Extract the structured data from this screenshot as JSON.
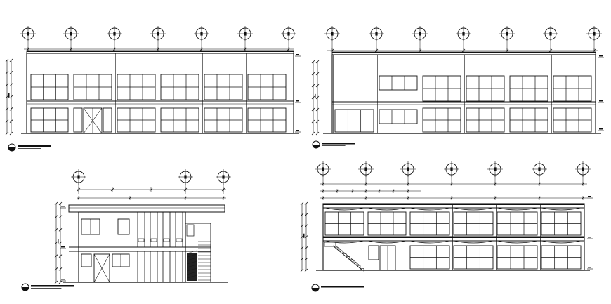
{
  "drawing": {
    "background": "#ffffff",
    "line_color": "#111111",
    "views": [
      {
        "id": "elevation-front",
        "grid_bubbles": 7,
        "bays": 6,
        "floors": 2,
        "door_bay": 2,
        "title_icon": "view-title-marker-icon"
      },
      {
        "id": "elevation-rear",
        "grid_bubbles": 7,
        "bays": 6,
        "floors": 2,
        "solid_bays": [
          1
        ],
        "title_icon": "view-title-marker-icon"
      },
      {
        "id": "elevation-side",
        "grid_bubbles": 3,
        "floors": 2,
        "has_stair": true,
        "title_icon": "view-title-marker-icon"
      },
      {
        "id": "section",
        "grid_bubbles": 7,
        "bays": 6,
        "floors": 2,
        "has_stair": true,
        "title_icon": "view-title-marker-icon"
      }
    ]
  }
}
